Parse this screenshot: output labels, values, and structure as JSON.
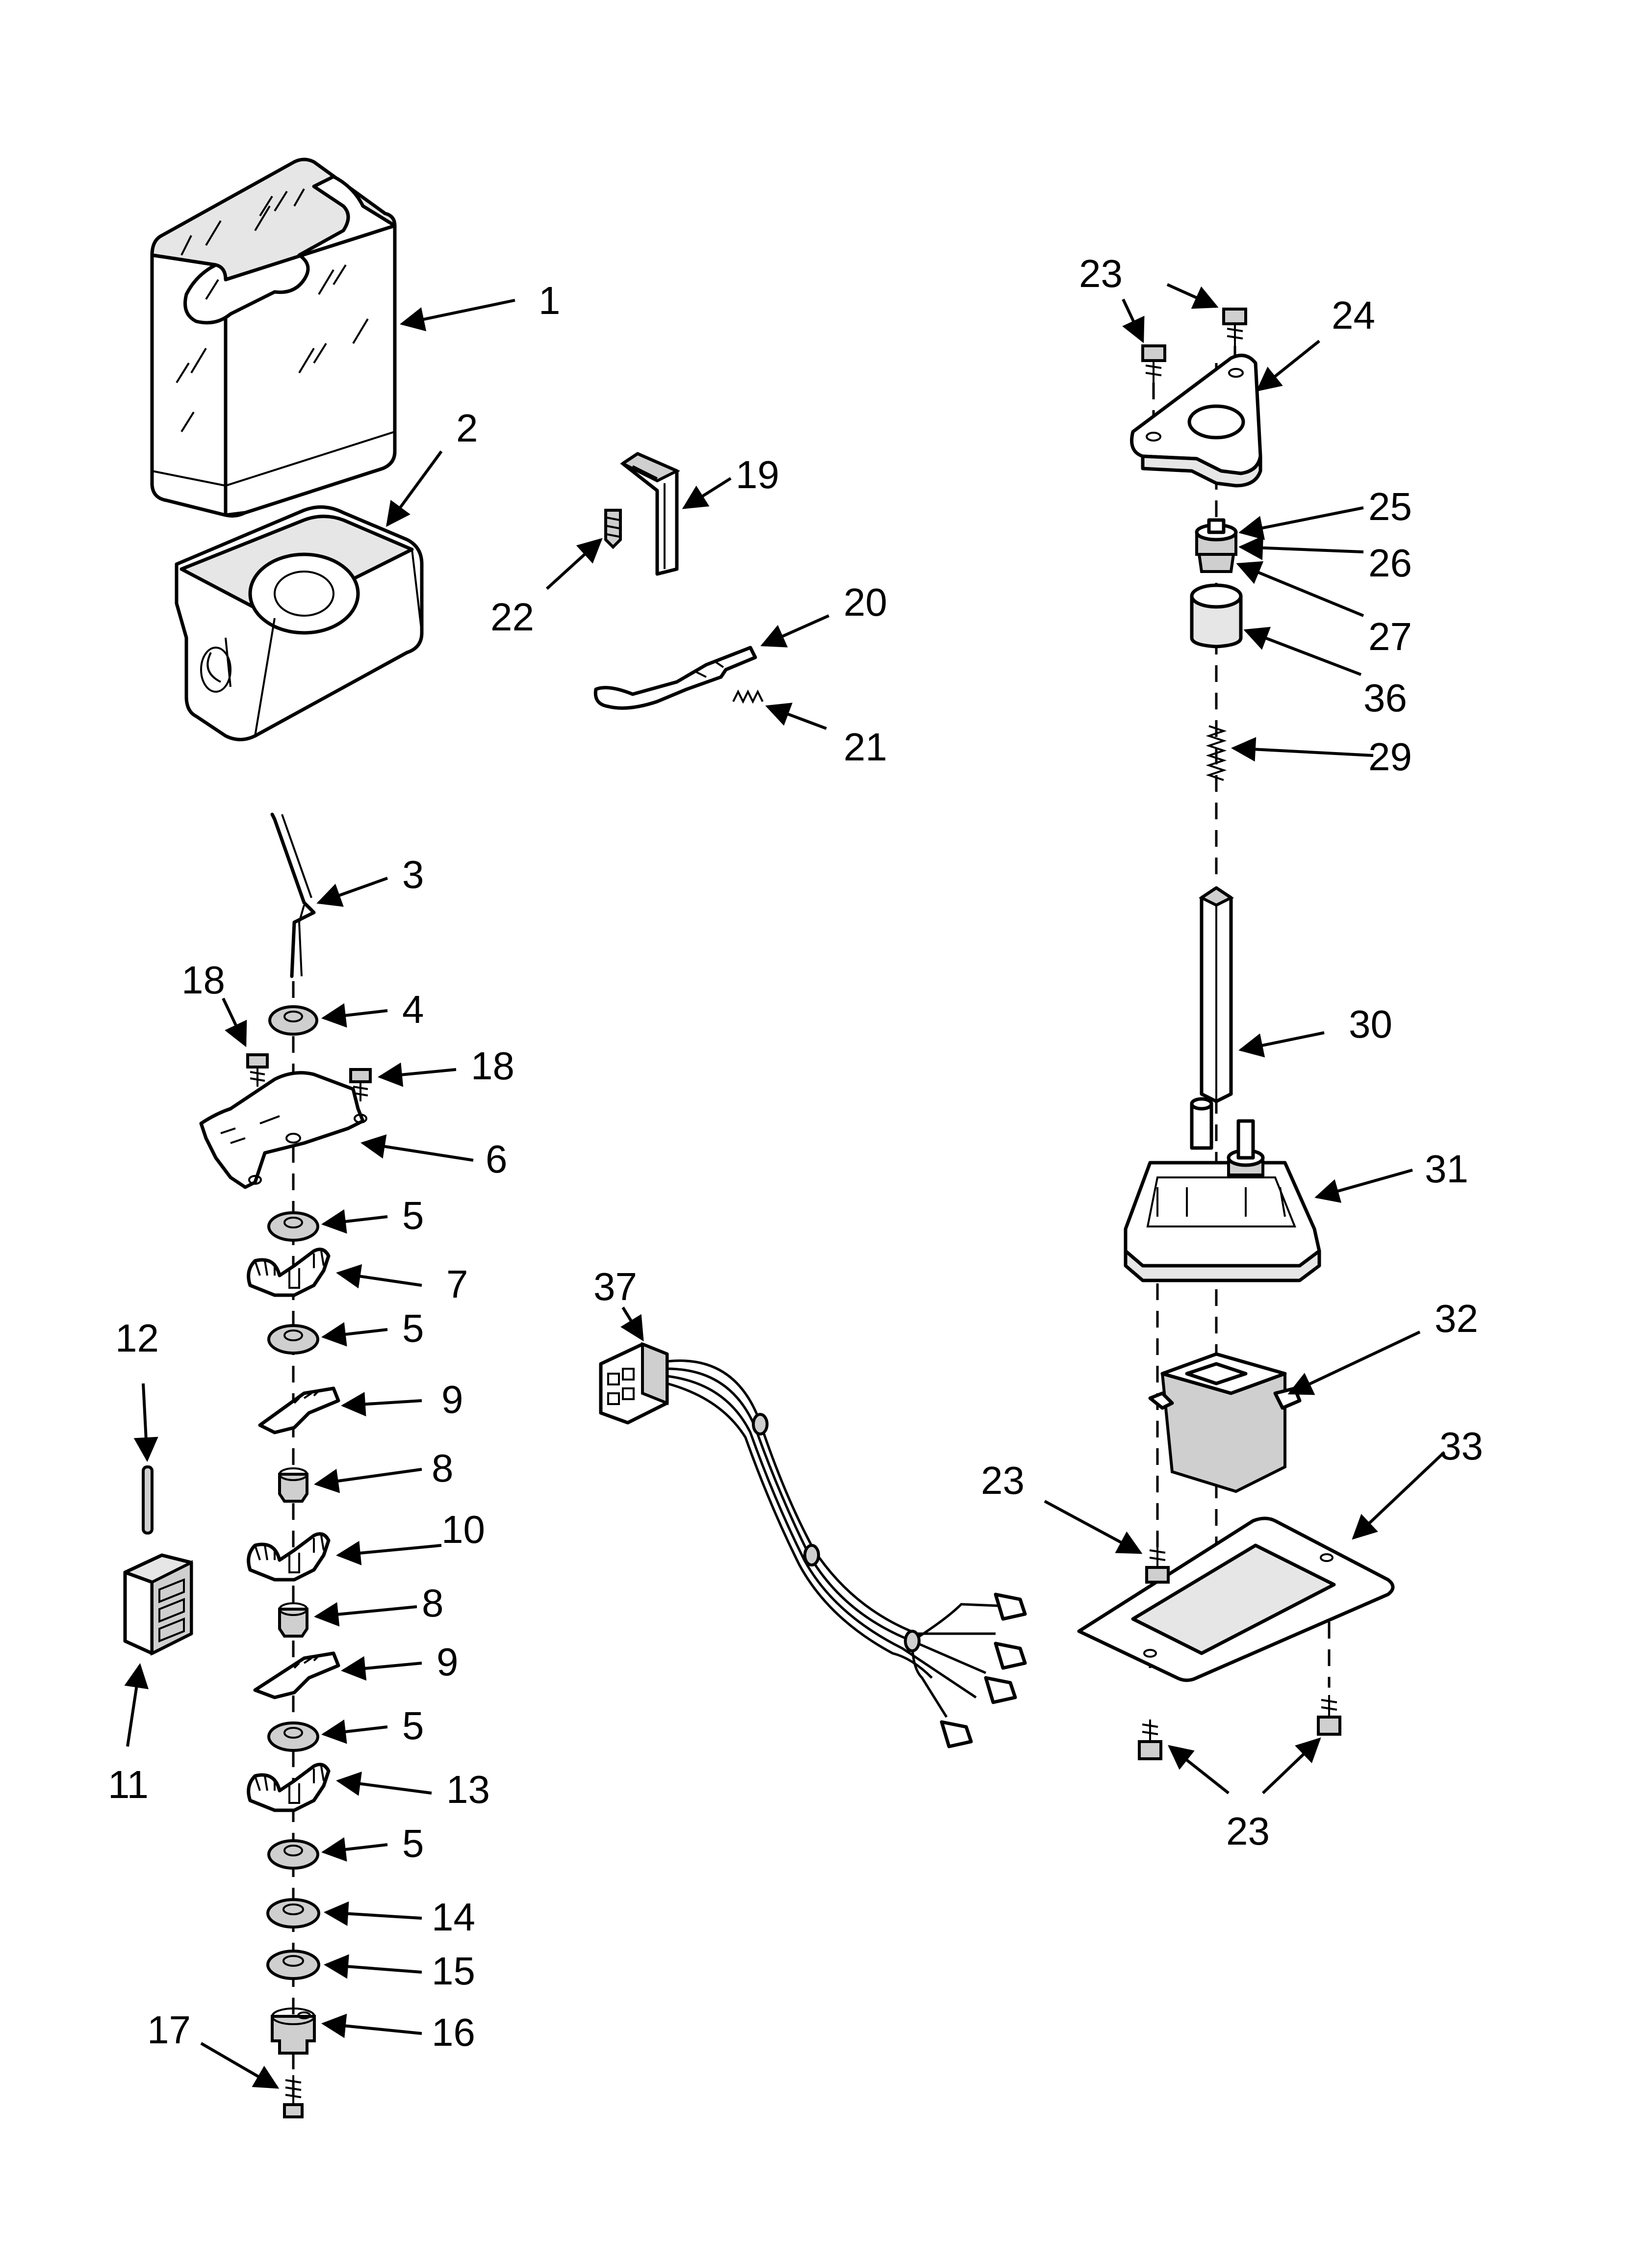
{
  "callouts": {
    "c1": "1",
    "c2": "2",
    "c3": "3",
    "c4": "4",
    "c5a": "5",
    "c5b": "5",
    "c5c": "5",
    "c5d": "5",
    "c6": "6",
    "c7": "7",
    "c8a": "8",
    "c8b": "8",
    "c9a": "9",
    "c9b": "9",
    "c10": "10",
    "c11": "11",
    "c12": "12",
    "c13": "13",
    "c14": "14",
    "c15": "15",
    "c16": "16",
    "c17": "17",
    "c18a": "18",
    "c18b": "18",
    "c19": "19",
    "c20": "20",
    "c21": "21",
    "c22": "22",
    "c23a": "23",
    "c23b": "23",
    "c23c": "23",
    "c24": "24",
    "c25": "25",
    "c26": "26",
    "c27": "27",
    "c29": "29",
    "c30": "30",
    "c31": "31",
    "c32": "32",
    "c33": "33",
    "c36": "36",
    "c37": "37"
  },
  "colors": {
    "line": "#000000",
    "fill": "#ffffff",
    "shade": "#e6e6e6"
  }
}
